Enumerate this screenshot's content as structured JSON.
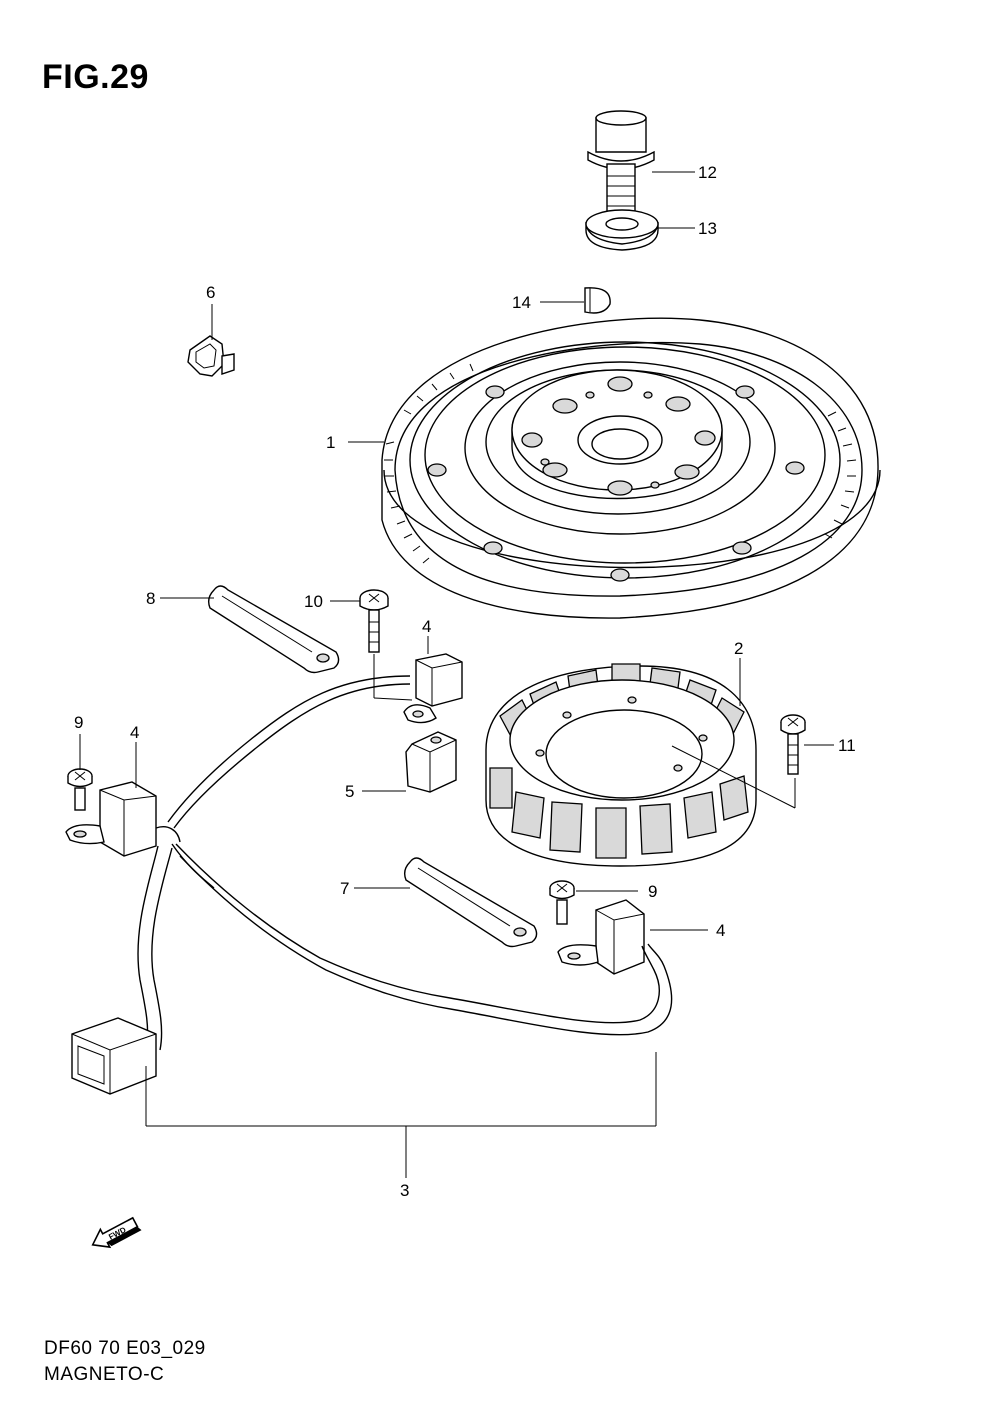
{
  "figure": {
    "title": "FIG.29"
  },
  "footer": {
    "code": "DF60 70 E03_029",
    "name": "MAGNETO-C"
  },
  "fwd_label": "FWD",
  "callouts": {
    "c1": "1",
    "c2": "2",
    "c3": "3",
    "c4a": "4",
    "c4b": "4",
    "c4c": "4",
    "c5": "5",
    "c6": "6",
    "c7": "7",
    "c8": "8",
    "c9a": "9",
    "c9b": "9",
    "c10": "10",
    "c11": "11",
    "c12": "12",
    "c13": "13",
    "c14": "14"
  }
}
